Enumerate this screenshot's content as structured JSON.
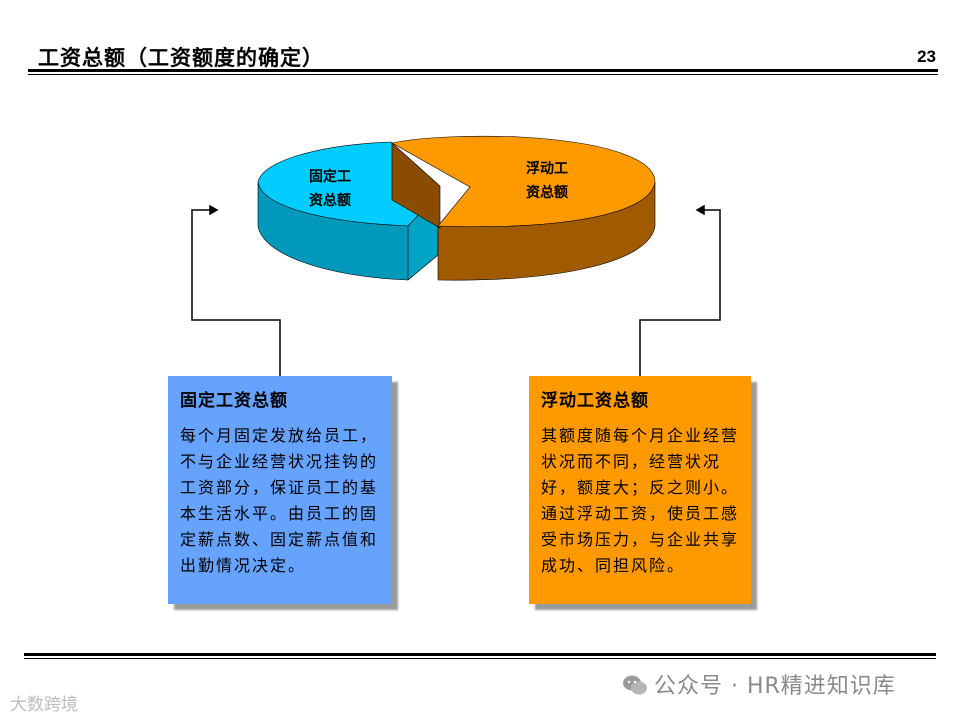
{
  "header": {
    "title": "工资总额（工资额度的确定）",
    "page_number": "23"
  },
  "pie": {
    "fixed_label_line1": "固定工",
    "fixed_label_line2": "资总额",
    "floating_label_line1": "浮动工",
    "floating_label_line2": "资总额",
    "colors": {
      "fixed_top": "#00CCFF",
      "fixed_side": "#0099BB",
      "floating_top": "#FF9900",
      "floating_side": "#A05A00"
    }
  },
  "fixed_box": {
    "title": "固定工资总额",
    "body": "每个月固定发放给员工，不与企业经营状况挂钩的工资部分，保证员工的基本生活水平。由员工的固定薪点数、固定薪点值和出勤情况决定。",
    "color": "#66A3FF"
  },
  "floating_box": {
    "title": "浮动工资总额",
    "body": "其额度随每个月企业经营状况而不同，经营状况好，额度大；反之则小。通过浮动工资，使员工感受市场压力，与企业共享成功、同担风险。",
    "color": "#FF9900"
  },
  "footer": {
    "watermark_left": "大数跨境",
    "watermark_right": "公众号 · HR精进知识库"
  }
}
